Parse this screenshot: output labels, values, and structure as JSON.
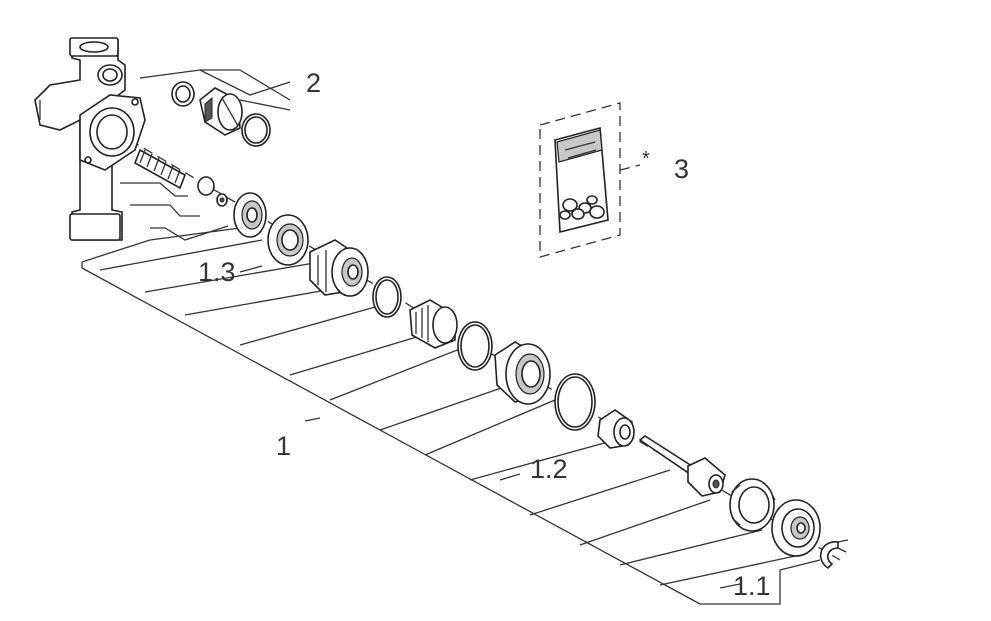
{
  "labels": {
    "l1": "1",
    "l1_1": "1.1",
    "l1_2": "1.2",
    "l1_3": "1.3",
    "l2": "2",
    "l3": "3",
    "asterisk": "*"
  }
}
